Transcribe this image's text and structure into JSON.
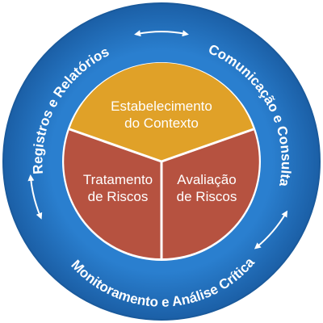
{
  "ring": {
    "top_left": "Registros e Relatórios",
    "top_right": "Comunicação e Consulta",
    "bottom": "Monitoramento e Análise Crítica"
  },
  "center": {
    "top_line1": "Estabelecimento",
    "top_line2": "do Contexto",
    "left_line1": "Tratamento",
    "left_line2": "de Riscos",
    "right_line1": "Avaliação",
    "right_line2": "de Riscos"
  },
  "colors": {
    "ring_outer": "#1f67b0",
    "ring_inner": "#2c84d4",
    "top_segment": "#e0a128",
    "bottom_segment": "#b65240",
    "divider": "#ffffff"
  }
}
